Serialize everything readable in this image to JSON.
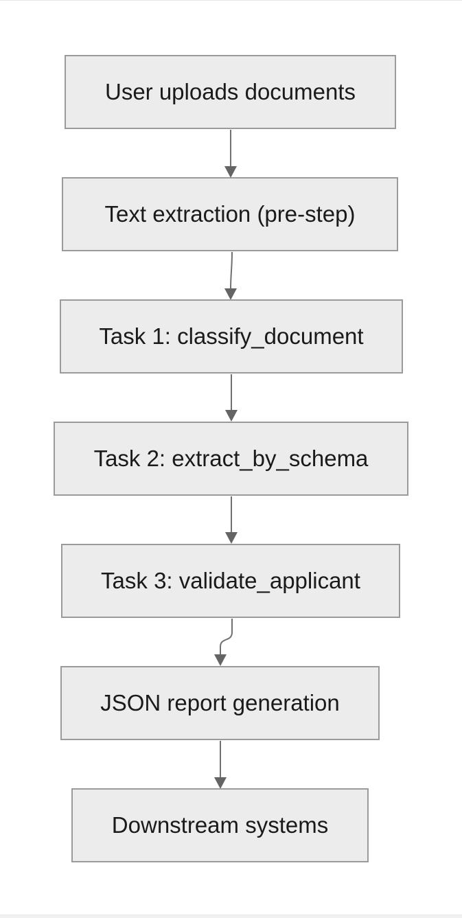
{
  "diagram": {
    "type": "flowchart",
    "direction": "top-down",
    "background": "#ffffff",
    "colors": {
      "node_fill": "#ececec",
      "node_border": "#9a9a9a",
      "node_text": "#1a1a1a",
      "connector": "#707070",
      "arrowhead": "#646464"
    },
    "nodes": [
      {
        "id": "upload",
        "label": "User uploads documents"
      },
      {
        "id": "text_extraction",
        "label": "Text extraction (pre-step)"
      },
      {
        "id": "task1",
        "label": "Task 1: classify_document"
      },
      {
        "id": "task2",
        "label": "Task 2: extract_by_schema"
      },
      {
        "id": "task3",
        "label": "Task 3: validate_applicant"
      },
      {
        "id": "report",
        "label": "JSON report generation"
      },
      {
        "id": "downstream",
        "label": "Downstream systems"
      }
    ],
    "edges": [
      {
        "from": "upload",
        "to": "text_extraction"
      },
      {
        "from": "text_extraction",
        "to": "task1"
      },
      {
        "from": "task1",
        "to": "task2"
      },
      {
        "from": "task2",
        "to": "task3"
      },
      {
        "from": "task3",
        "to": "report"
      },
      {
        "from": "report",
        "to": "downstream"
      }
    ]
  }
}
